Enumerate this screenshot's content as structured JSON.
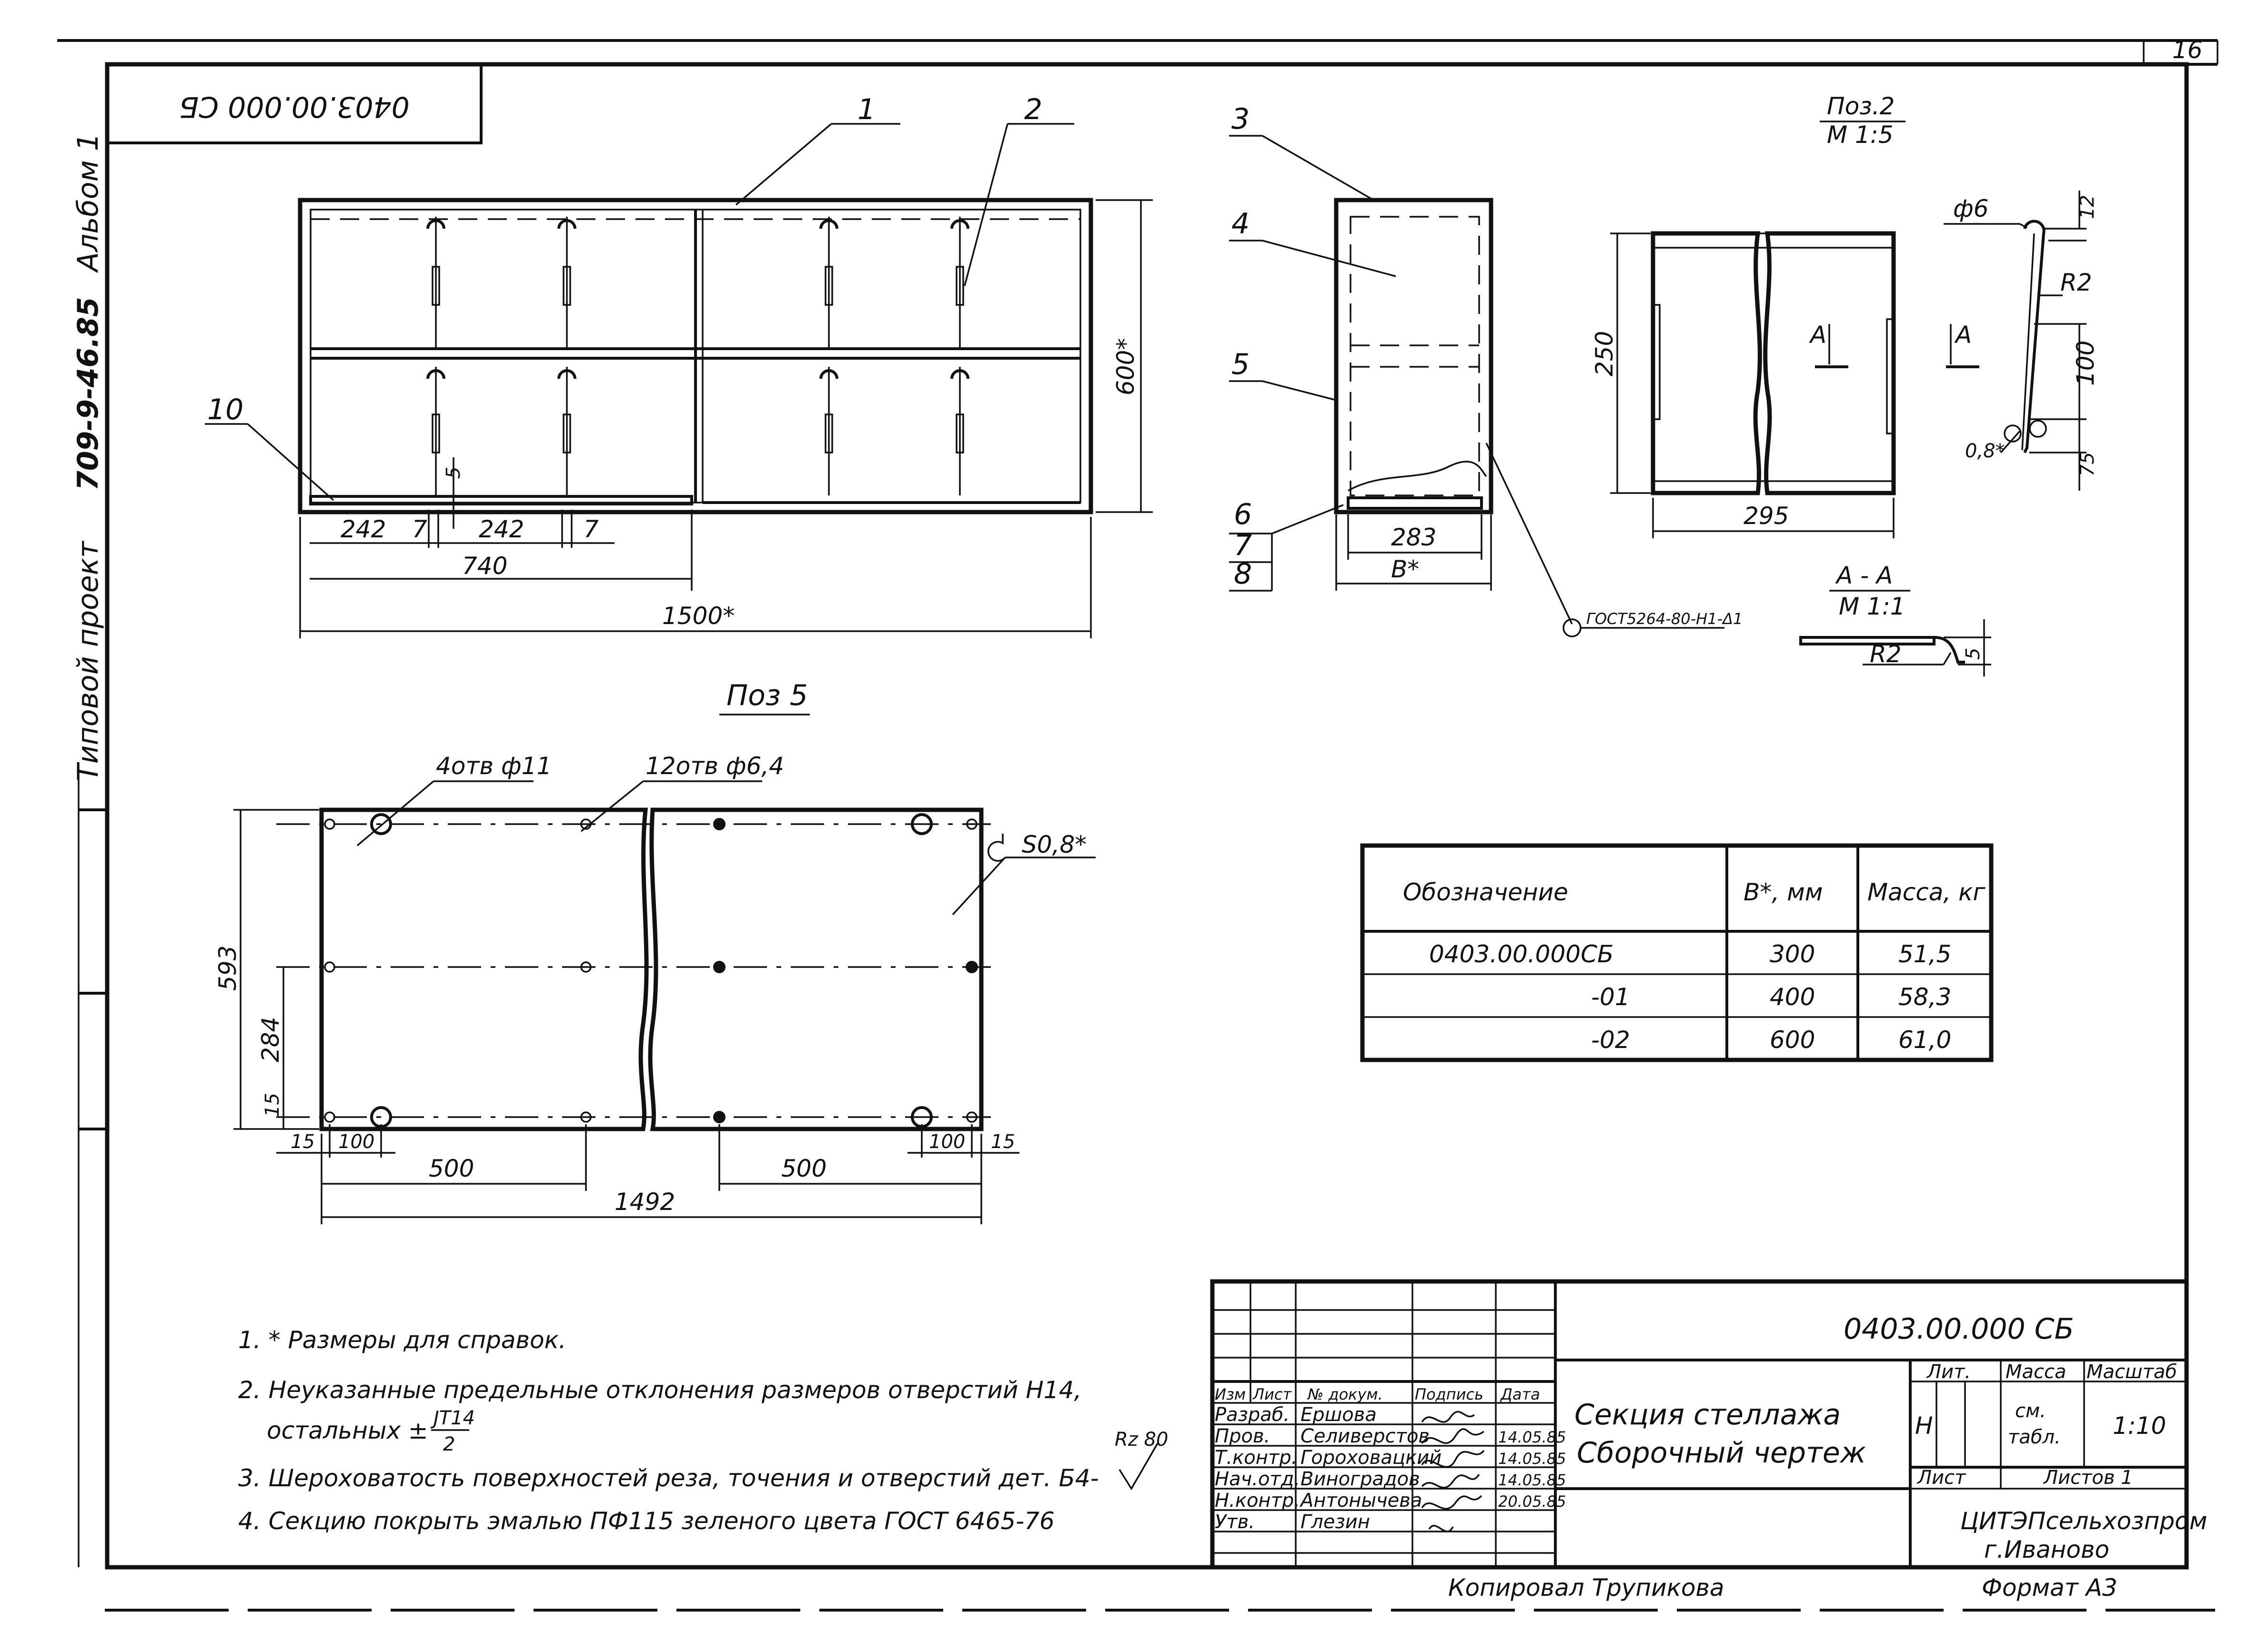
{
  "sheet": {
    "number": "16",
    "side_code": "0403.00.000 СБ",
    "side_album": "Альбом 1",
    "side_project_code": "709-9-46.85",
    "side_project_type": "Типовой проект"
  },
  "main_view": {
    "positions": [
      "1",
      "2",
      "10"
    ],
    "dim_242a": "242",
    "dim_7a": "7",
    "dim_242b": "242",
    "dim_7b": "7",
    "dim_5": "5",
    "dim_740": "740",
    "dim_1500": "1500*",
    "dim_600": "600*"
  },
  "side_view": {
    "positions": [
      "3",
      "4",
      "5",
      "6",
      "7",
      "8"
    ],
    "dim_283": "283",
    "dim_b": "В*",
    "weld_note": "ГОСТ5264-80-Н1-Δ1"
  },
  "pos2": {
    "title": "Поз.2",
    "scale": "М 1:5",
    "dim_250": "250",
    "dim_295": "295",
    "section_mark": "А",
    "dim_phi6": "ф6",
    "dim_12": "12",
    "dim_r2": "R2",
    "dim_100": "100",
    "dim_08": "0,8*",
    "dim_75": "75"
  },
  "section_aa": {
    "title": "А - А",
    "scale": "М 1:1",
    "dim_r2": "R2",
    "dim_5": "5"
  },
  "pos5": {
    "title": "Поз 5",
    "holes_note_a": "4отв ф11",
    "holes_note_b": "12отв ф6,4",
    "thickness": "S0,8*",
    "dim_593": "593",
    "dim_284": "284",
    "dim_15_left": "15",
    "dim_15_a": "15",
    "dim_100_a": "100",
    "dim_500_a": "500",
    "dim_500_b": "500",
    "dim_100_b": "100",
    "dim_15_b": "15",
    "dim_1492": "1492"
  },
  "spec_table": {
    "headers": [
      "Обозначение",
      "В*, мм",
      "Масса, кг"
    ],
    "rows": [
      [
        "0403.00.000СБ",
        "300",
        "51,5"
      ],
      [
        "-01",
        "400",
        "58,3"
      ],
      [
        "-02",
        "600",
        "61,0"
      ]
    ]
  },
  "notes": [
    "1.  * Размеры для справок.",
    "2.  Неуказанные предельные отклонения размеров отверстий Н14,",
    "остальных ±",
    "3.  Шероховатость поверхностей реза, точения и отверстий дет. Б4-",
    "4.  Секцию покрыть эмалью ПФ115 зеленого цвета ГОСТ 6465-76"
  ],
  "notes_extra": {
    "fraction_top": "JT14",
    "fraction_bottom": "2",
    "roughness": "Rz 80"
  },
  "title_block": {
    "code": "0403.00.000 СБ",
    "title_line1": "Секция    стеллажа",
    "title_line2": "Сборочный  чертеж",
    "head": {
      "izm": "Изм",
      "list": "Лист",
      "doc": "№ докум.",
      "sign": "Подпись",
      "date": "Дата"
    },
    "roles": [
      {
        "role": "Разраб.",
        "name": "Ершова",
        "date": ""
      },
      {
        "role": "Пров.",
        "name": "Селиверстов",
        "date": "14.05.85"
      },
      {
        "role": "Т.контр.",
        "name": "Гороховацкий",
        "date": "14.05.85"
      },
      {
        "role": "Нач.отд.",
        "name": "Виноградов",
        "date": "14.05.85"
      },
      {
        "role": "Н.контр.",
        "name": "Антонычева",
        "date": "20.05.85"
      },
      {
        "role": "Утв.",
        "name": "Глезин",
        "date": ""
      }
    ],
    "lit_label": "Лит.",
    "mass_label": "Масса",
    "scale_label": "Масштаб",
    "lit_value": "Н",
    "mass_value_line1": "см.",
    "mass_value_line2": "табл.",
    "scale_value": "1:10",
    "sheet_label": "Лист",
    "sheets_label": "Листов 1",
    "org_line1": "ЦИТЭПсельхозпром",
    "org_line2": "г.Иваново"
  },
  "footer": {
    "copied": "Копировал  Трупикова",
    "format": "Формат  А3"
  }
}
